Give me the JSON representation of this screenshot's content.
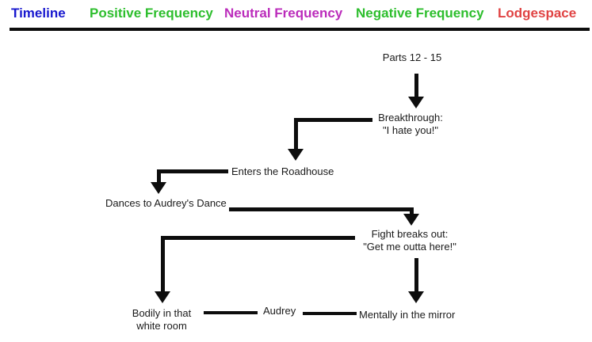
{
  "header": {
    "items": [
      {
        "label": "Timeline",
        "color": "#1717ce"
      },
      {
        "label": "Positive Frequency",
        "color": "#2dbe2d"
      },
      {
        "label": "Neutral Frequency",
        "color": "#bb2cbb"
      },
      {
        "label": "Negative Frequency",
        "color": "#2dbe2d"
      },
      {
        "label": "Lodgespace",
        "color": "#e04343"
      }
    ],
    "divider_color": "#0d0d0d"
  },
  "diagram": {
    "line_color": "#0d0d0d",
    "nodes": {
      "parts": {
        "text": "Parts 12 - 15"
      },
      "breakthrough": {
        "line1": "Breakthrough:",
        "line2": "\"I hate you!\""
      },
      "enters": {
        "text": "Enters the Roadhouse"
      },
      "dances": {
        "text": "Dances to Audrey's Dance"
      },
      "fight": {
        "line1": "Fight breaks out:",
        "line2": "\"Get me outta here!\""
      },
      "bodily": {
        "line1": "Bodily in that",
        "line2": "white room"
      },
      "audrey": {
        "text": "Audrey"
      },
      "mentally": {
        "text": "Mentally in the mirror"
      }
    },
    "edges": [
      {
        "from": "Parts 12 - 15",
        "to": "Breakthrough: \"I hate you!\"",
        "type": "arrow"
      },
      {
        "from": "Breakthrough: \"I hate you!\"",
        "to": "Enters the Roadhouse",
        "type": "arrow"
      },
      {
        "from": "Enters the Roadhouse",
        "to": "Dances to Audrey's Dance",
        "type": "arrow"
      },
      {
        "from": "Dances to Audrey's Dance",
        "to": "Fight breaks out: \"Get me outta here!\"",
        "type": "arrow"
      },
      {
        "from": "Fight breaks out: \"Get me outta here!\"",
        "to": "Bodily in that white room",
        "type": "arrow"
      },
      {
        "from": "Fight breaks out: \"Get me outta here!\"",
        "to": "Mentally in the mirror",
        "type": "arrow"
      },
      {
        "from": "Bodily in that white room",
        "to": "Audrey",
        "type": "plain-line"
      },
      {
        "from": "Audrey",
        "to": "Mentally in the mirror",
        "type": "plain-line"
      }
    ]
  }
}
